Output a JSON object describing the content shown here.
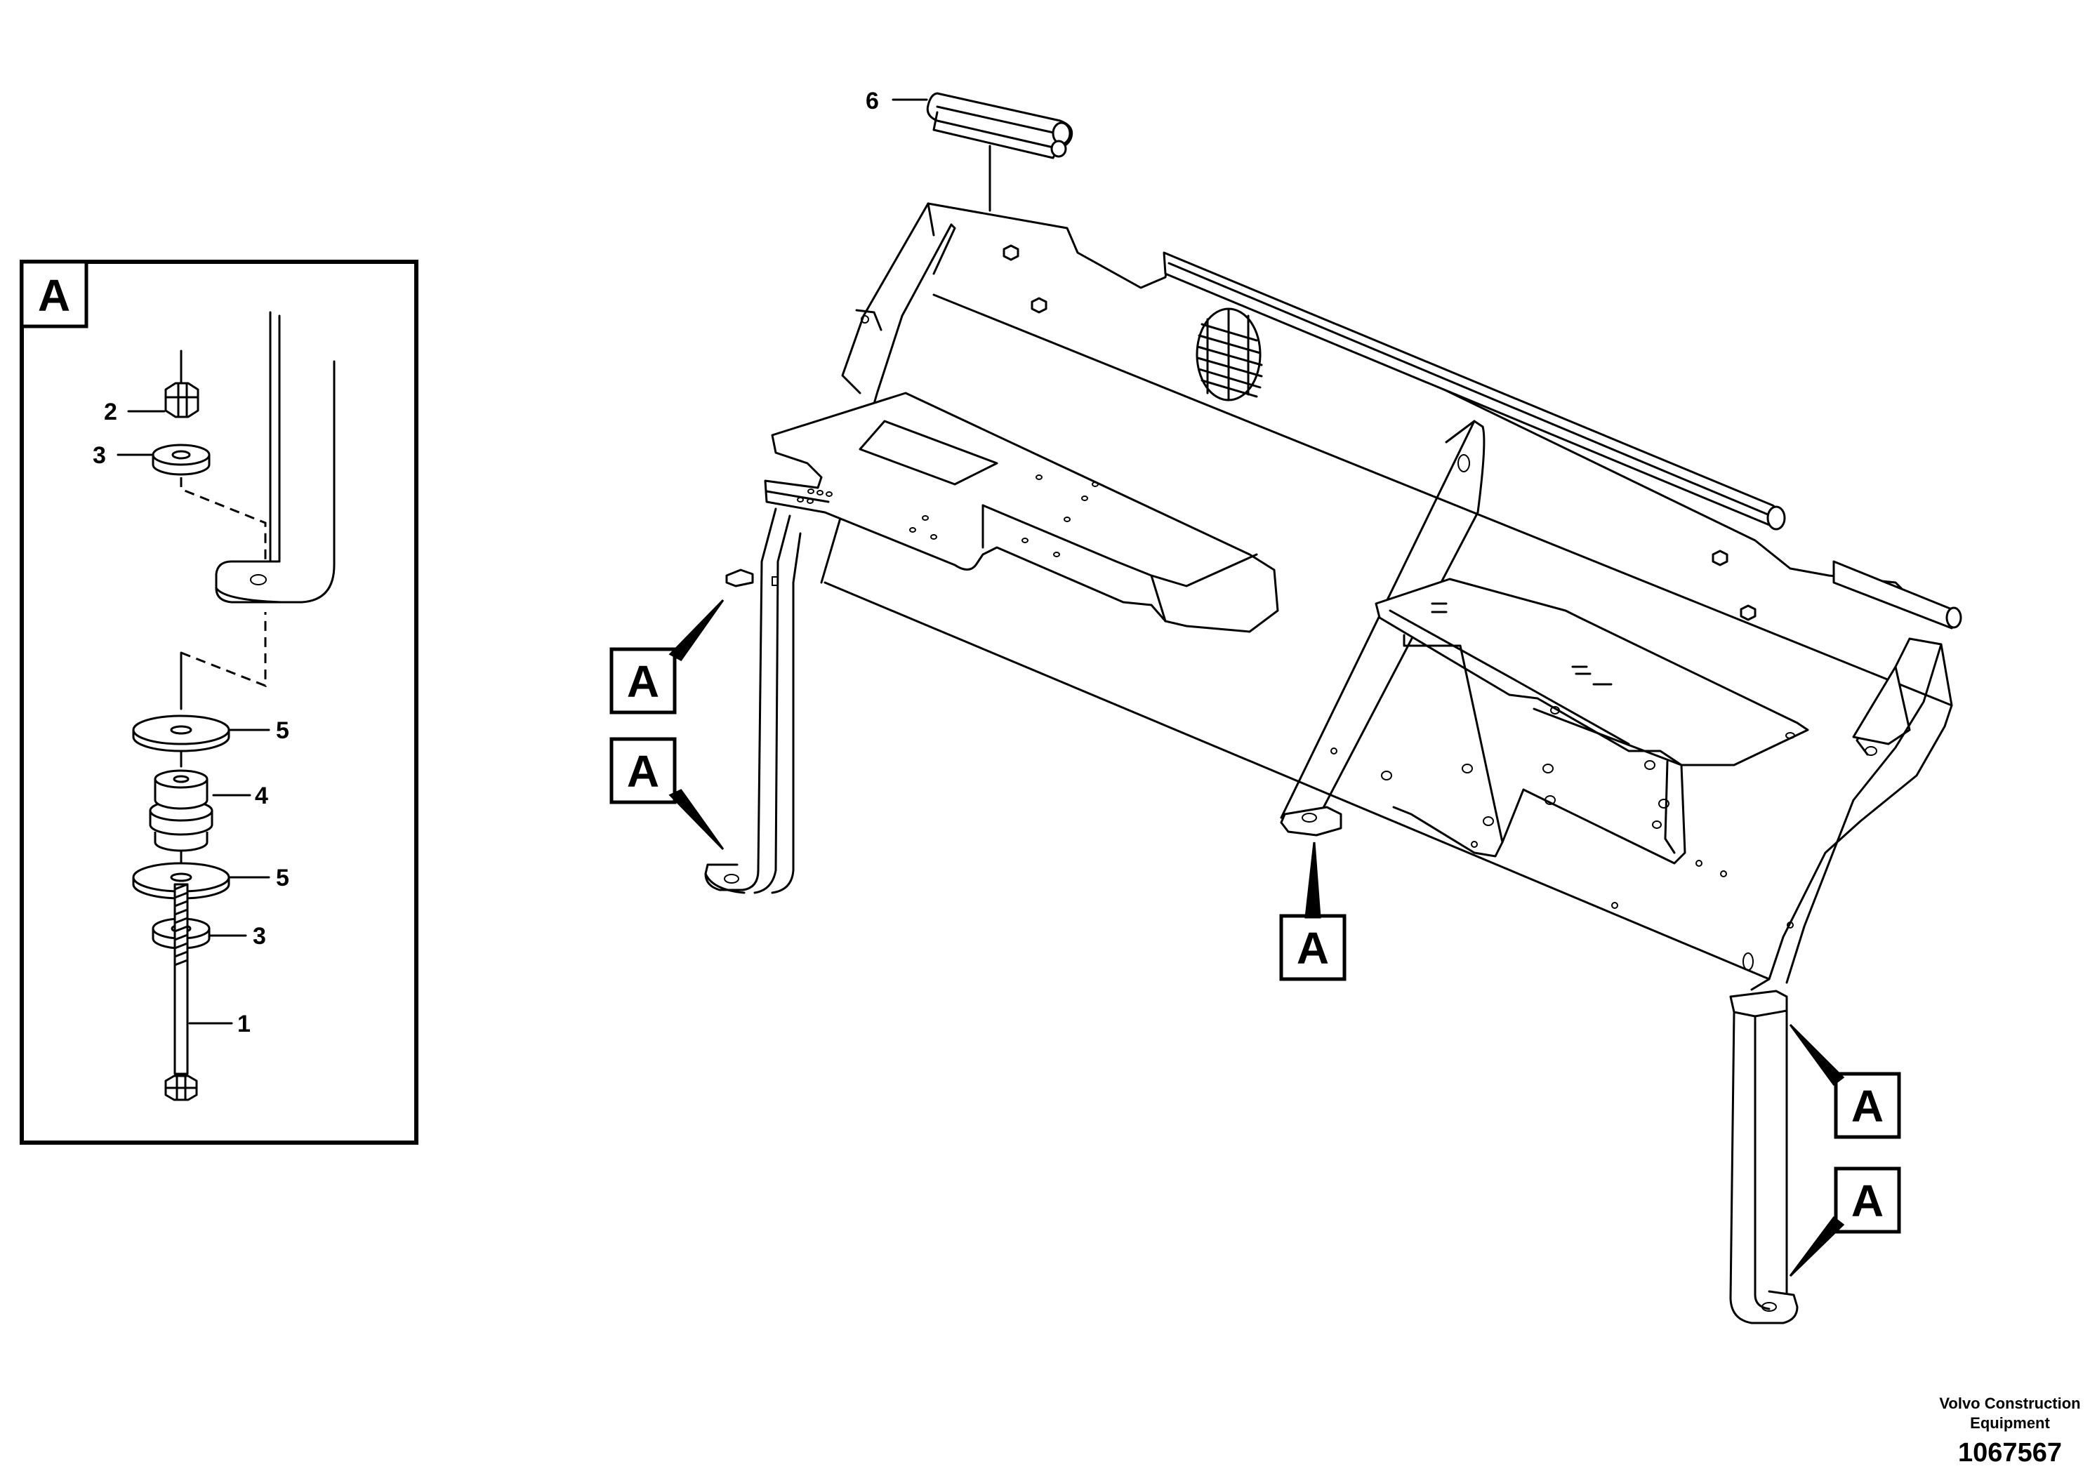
{
  "detail_label": "A",
  "callout_label": "A",
  "parts": {
    "bolt": "1",
    "nut": "2",
    "washer_small_top": "3",
    "washer_small_bottom": "3",
    "rubber_mount": "4",
    "washer_large_top": "5",
    "washer_large_bottom": "5",
    "edge_trim": "6"
  },
  "footer": {
    "company_line1": "Volvo Construction",
    "company_line2": "Equipment",
    "drawing_number": "1067567"
  }
}
